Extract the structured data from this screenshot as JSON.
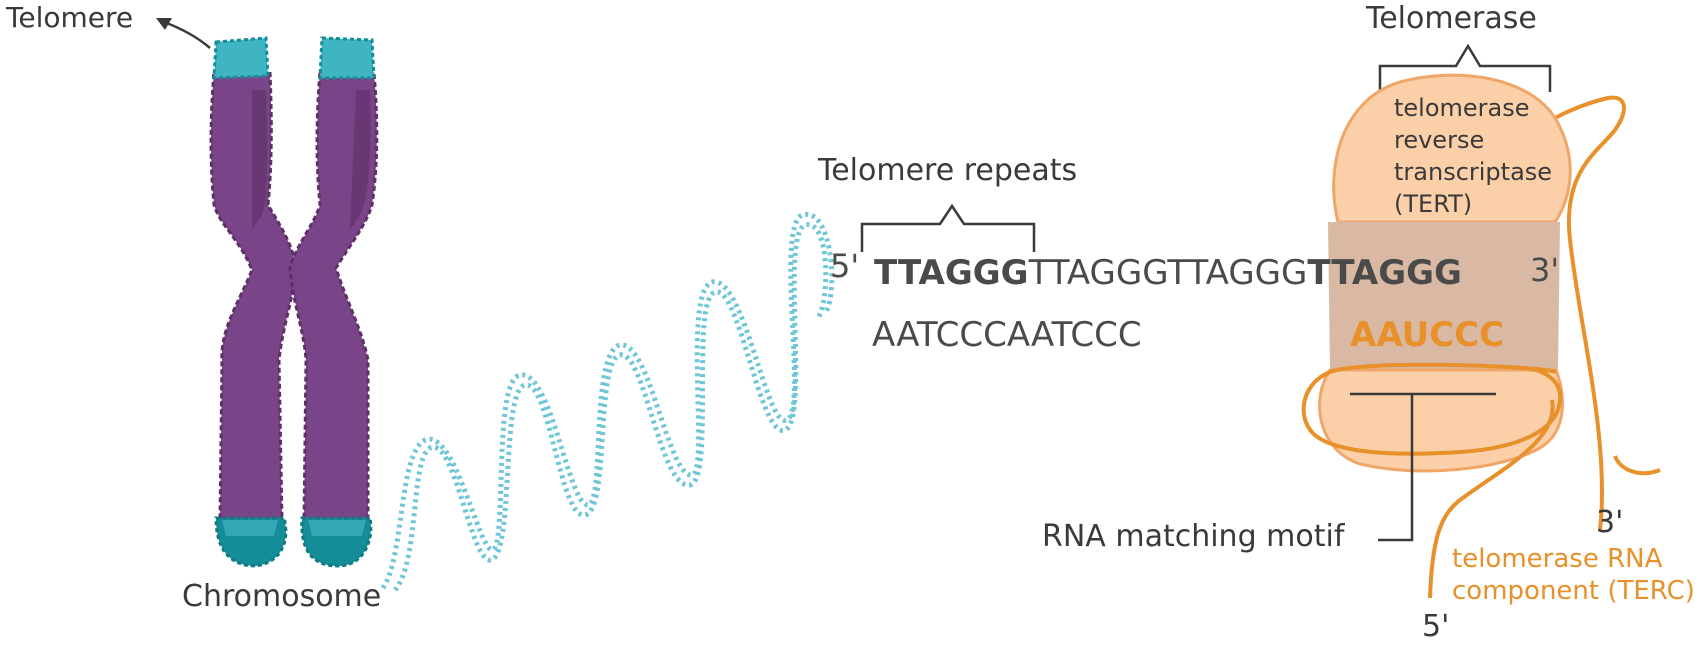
{
  "labels": {
    "telomere": "Telomere",
    "chromosome": "Chromosome",
    "telomere_repeats": "Telomere repeats",
    "telomerase": "Telomerase",
    "tert_line1": "telomerase",
    "tert_line2": "reverse",
    "tert_line3": "transcriptase",
    "tert_line4": "(TERT)",
    "rna_matching_motif": "RNA matching motif",
    "terc_line1": "telomerase RNA",
    "terc_line2": "component (TERC)"
  },
  "sequence": {
    "prime5_top": "5'",
    "prime3_top": "3'",
    "repeat_1": "TTAGGG",
    "repeat_2": "TTAGGG",
    "repeat_3": "TTAGGG",
    "repeat_4": "TTAGGG",
    "complement": "AATCCCAATCCC",
    "rna_template": "AAUCCC",
    "terc_prime3": "3'",
    "terc_prime5": "5'"
  },
  "colors": {
    "chromosome_purple": "#7a4488",
    "chromosome_purple_dark": "#5e3068",
    "telomere_teal": "#3fb4c3",
    "telomere_teal_dark": "#148d98",
    "dna_strand": "#6ec6d6",
    "enzyme_fill": "#fbcfa8",
    "enzyme_outline": "#f0a668",
    "template_region": "#d9b9a4",
    "rna_orange": "#e8902a"
  }
}
